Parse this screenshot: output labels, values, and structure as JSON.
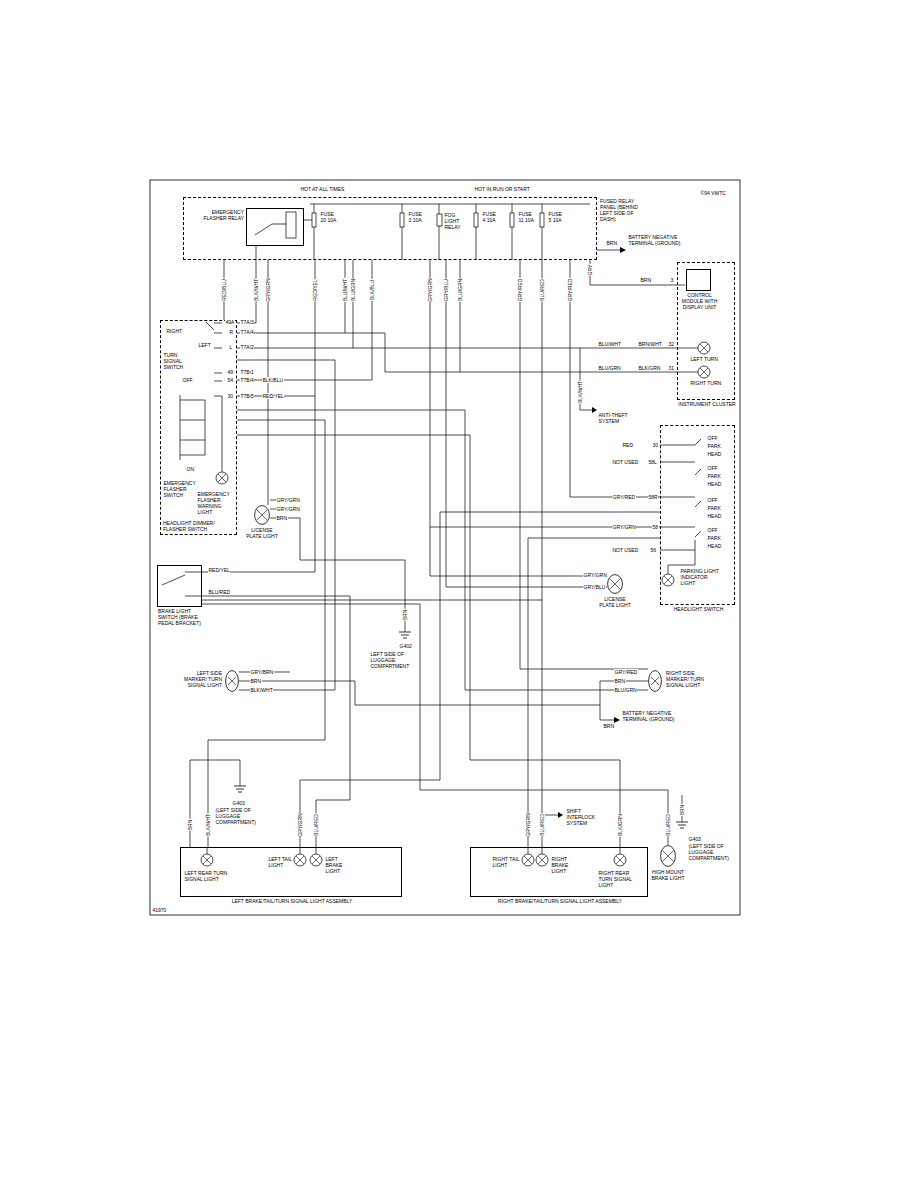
{
  "diagram": {
    "nodes": [
      {
        "text": [
          "FUSED RELAY PANEL (BEHIND LEFT SIDE OF DASH)"
        ]
      },
      {
        "text": [
          "EMERGENCY FLASHER RELAY"
        ],
        "in": 0
      },
      {
        "text": [
          "HEADLIGHT DIMMER/ FLASHER SWITCH"
        ]
      },
      {
        "text": [
          "LICENSE PLATE LIGHT"
        ]
      },
      {
        "text": [
          "BRAKE LIGHT SWITCH (BRAKE PEDAL BRACKET)"
        ]
      },
      {
        "text": [
          "INSTRUMENT CLUSTER"
        ]
      },
      {
        "text": [
          "CONTROL MODULE WITH DISPLAY UNIT"
        ],
        "in": 5
      },
      {
        "text": [
          "HEADLIGHT SWITCH"
        ]
      },
      {
        "text": [
          "LICENSE PLATE LIGHT"
        ]
      },
      {
        "text": [
          "LEFT SIDE MARKER/ TURN SIGNAL LIGHT"
        ]
      },
      {
        "text": [
          "RIGHT SIDE MARKER/ TURN SIGNAL LIGHT"
        ]
      },
      {
        "text": [
          "LEFT BRAKE/TAIL/TURN SIGNAL LIGHT ASSEMBLY"
        ]
      },
      {
        "text": [
          "RIGHT BRAKE/TAIL/TURN SIGNAL LIGHT ASSEMBLY"
        ]
      },
      {
        "text": [
          "HIGH MOUNT BRAKE LIGHT"
        ]
      }
    ],
    "edges": [
      {
        "from": 0,
        "to": 2,
        "arrow": "none"
      },
      {
        "from": 1,
        "to": 2,
        "arrow": "none"
      },
      {
        "from": 0,
        "to": 3,
        "arrow": "none"
      },
      {
        "from": 0,
        "to": 4,
        "arrow": "none"
      },
      {
        "from": 0,
        "to": 5,
        "arrow": "none"
      },
      {
        "from": 0,
        "to": 7,
        "arrow": "none"
      },
      {
        "from": 2,
        "to": 5,
        "arrow": "none"
      },
      {
        "from": 2,
        "to": 5,
        "arrow": "none"
      },
      {
        "from": 7,
        "to": 8,
        "arrow": "none"
      },
      {
        "from": 2,
        "to": 9,
        "arrow": "none"
      },
      {
        "from": 2,
        "to": 10,
        "arrow": "none"
      },
      {
        "from": 4,
        "to": 11,
        "arrow": "none"
      },
      {
        "from": 4,
        "to": 12,
        "arrow": "none"
      },
      {
        "from": 4,
        "to": 13,
        "arrow": "none"
      },
      {
        "from": 7,
        "to": 11,
        "arrow": "none"
      },
      {
        "from": 7,
        "to": 12,
        "arrow": "none"
      },
      {
        "from": 2,
        "to": 11,
        "arrow": "none"
      },
      {
        "from": 2,
        "to": 12,
        "arrow": "none"
      }
    ],
    "labels": [
      "HOT AT ALL TIMES",
      "HOT IN RUN OR START",
      "©94 VWTC",
      "FUSE 20 10A",
      "FUSE 3 10A",
      "FOG LIGHT RELAY",
      "FUSE 4 10A",
      "FUSE 11 10A",
      "FUSE 5 10A",
      "BATTERY NEGATIVE TERMINAL (GROUND)",
      "BRN",
      "RED/BLU",
      "BLK/WHT",
      "GRY/GRN",
      "RED/YEL",
      "BLU/WHT",
      "BLU/GRN",
      "BLK/BLU",
      "GRY/GRN",
      "GRY/BLU",
      "BLU/GRN",
      "GRY/RED",
      "BLU/RED",
      "GRY/RED",
      "GRY",
      "RIGHT",
      "LEFT",
      "TURN SIGNAL SWITCH",
      "49A",
      "R",
      "L",
      "49",
      "54",
      "30",
      "T7A/3",
      "T7A/4",
      "T7A/2",
      "T7B/1",
      "T7B/4",
      "T7B/5",
      "BLK/BLU",
      "RED/YEL",
      "OFF",
      "ON",
      "EMERGENCY FLASHER SWITCH",
      "EMERGENCY FLASHER WARNING LIGHT",
      "GRY/GRN",
      "GRY/GRN",
      "BRN",
      "BLU/WHT",
      "BRN/WHT",
      "32",
      "BLU/GRN",
      "BLK/GRN",
      "31",
      "BRN",
      "3",
      "LEFT TURN",
      "RIGHT TURN",
      "BLK/WHT",
      "ANTI-THEFT SYSTEM",
      "RED",
      "30",
      "NOT USED",
      "58L",
      "GRY/RED",
      "58R",
      "GRY/GRN",
      "58",
      "NOT USED",
      "56",
      "OFF",
      "PARK",
      "HEAD",
      "OFF",
      "PARK",
      "HEAD",
      "OFF",
      "PARK",
      "HEAD",
      "OFF",
      "PARK",
      "HEAD",
      "PARKING LIGHT INDICATOR LIGHT",
      "GRY/GRN",
      "GRY/BLU",
      "RED/YEL",
      "BLU/RED",
      "BRN",
      "G402",
      "LEFT SIDE OF LUGGAGE COMPARTMENT",
      "GRY/BRN",
      "BRN",
      "BLK/WHT",
      "GRY/RED",
      "BRN",
      "BLU/GRN",
      "BATTERY NEGATIVE TERMINAL (GROUND)",
      "BRN",
      "BRN",
      "BLK/WHT",
      "GRY/GRN",
      "BLU/RED",
      "GRY/GRN",
      "BLU/RED",
      "BLK/GRN",
      "BLU/RED",
      "BRN",
      "G403",
      "(LEFT SIDE OF LUGGAGE COMPARTMENT)",
      "G403",
      "(LEFT SIDE OF LUGGAGE COMPARTMENT)",
      "SHIFT INTERLOCK SYSTEM",
      "LEFT REAR TURN SIGNAL LIGHT",
      "LEFT TAIL LIGHT",
      "LEFT BRAKE LIGHT",
      "RIGHT TAIL LIGHT",
      "RIGHT BRAKE LIGHT",
      "RIGHT REAR TURN SIGNAL LIGHT",
      "41970"
    ]
  }
}
